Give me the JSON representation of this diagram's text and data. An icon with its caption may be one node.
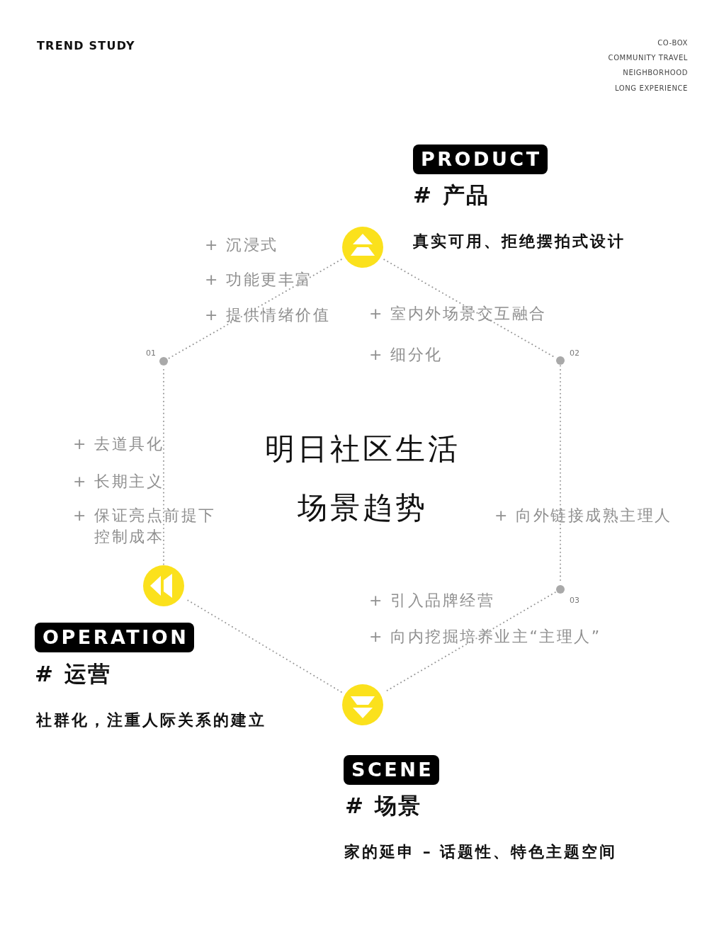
{
  "diagram": {
    "title": "明日社区生活场景趋势",
    "nodes": [
      {
        "text": [
          "PRODUCT"
        ],
        "beside": [
          "# 产品",
          "真实可用、拒绝摆拍式设计"
        ]
      },
      {
        "text": [],
        "shape": "circle"
      },
      {
        "text": [],
        "shape": "circle",
        "beside": [
          "01"
        ]
      },
      {
        "text": [],
        "shape": "circle",
        "beside": [
          "02"
        ]
      },
      {
        "text": [],
        "shape": "circle"
      },
      {
        "text": [],
        "shape": "circle",
        "beside": [
          "03"
        ]
      },
      {
        "text": [
          "OPERATION"
        ],
        "beside": [
          "# 运营",
          "社群化，注重人际关系的建立"
        ]
      },
      {
        "text": [],
        "shape": "circle"
      },
      {
        "text": [
          "SCENE"
        ],
        "beside": [
          "# 场景",
          "家的延申 – 话题性、特色主题空间"
        ]
      }
    ],
    "edges": [
      {
        "from": 1,
        "to": 2,
        "arrow": "none"
      },
      {
        "from": 1,
        "to": 3,
        "arrow": "none"
      },
      {
        "from": 3,
        "to": 5,
        "arrow": "none"
      },
      {
        "from": 5,
        "to": 7,
        "arrow": "none"
      },
      {
        "from": 7,
        "to": 4,
        "arrow": "none"
      },
      {
        "from": 4,
        "to": 2,
        "arrow": "none"
      }
    ],
    "labels": [
      "TREND STUDY",
      "CO-BOX",
      "COMMUNITY TRAVEL",
      "NEIGHBORHOOD",
      "LONG EXPERIENCE",
      "+ 沉浸式",
      "+ 功能更丰富",
      "+ 提供情绪价值",
      "+ 室内外场景交互融合",
      "+ 细分化",
      "+ 去道具化",
      "+ 长期主义",
      "+ 保证亮点前提下控制成本",
      "+ 向外链接成熟主理人",
      "+ 引入品牌经营",
      "+ 向内挖掘培养业主“主理人”"
    ]
  }
}
